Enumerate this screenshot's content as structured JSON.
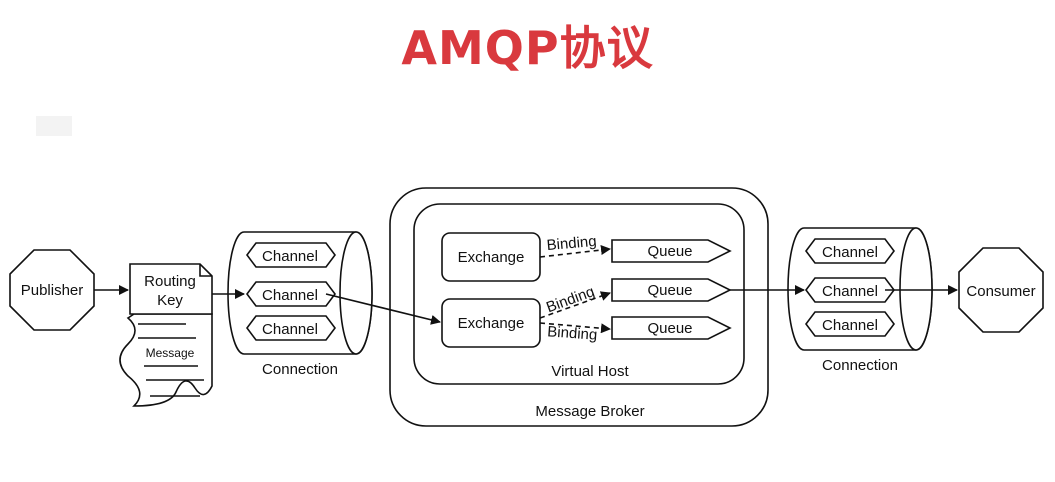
{
  "title": "AMQP协议",
  "colors": {
    "title": "#d9393e",
    "stroke": "#111111"
  },
  "publisher": "Publisher",
  "consumer": "Consumer",
  "message": {
    "routing_key": [
      "Routing",
      "Key"
    ],
    "label": "Message"
  },
  "connection_left": {
    "label": "Connection",
    "channels": [
      "Channel",
      "Channel",
      "Channel"
    ]
  },
  "connection_right": {
    "label": "Connection",
    "channels": [
      "Channel",
      "Channel",
      "Channel"
    ]
  },
  "broker": {
    "label": "Message Broker",
    "virtual_host": "Virtual Host",
    "exchanges": [
      "Exchange",
      "Exchange"
    ],
    "queues": [
      "Queue",
      "Queue",
      "Queue"
    ],
    "bindings": [
      "Binding",
      "Binding",
      "Binding"
    ]
  }
}
